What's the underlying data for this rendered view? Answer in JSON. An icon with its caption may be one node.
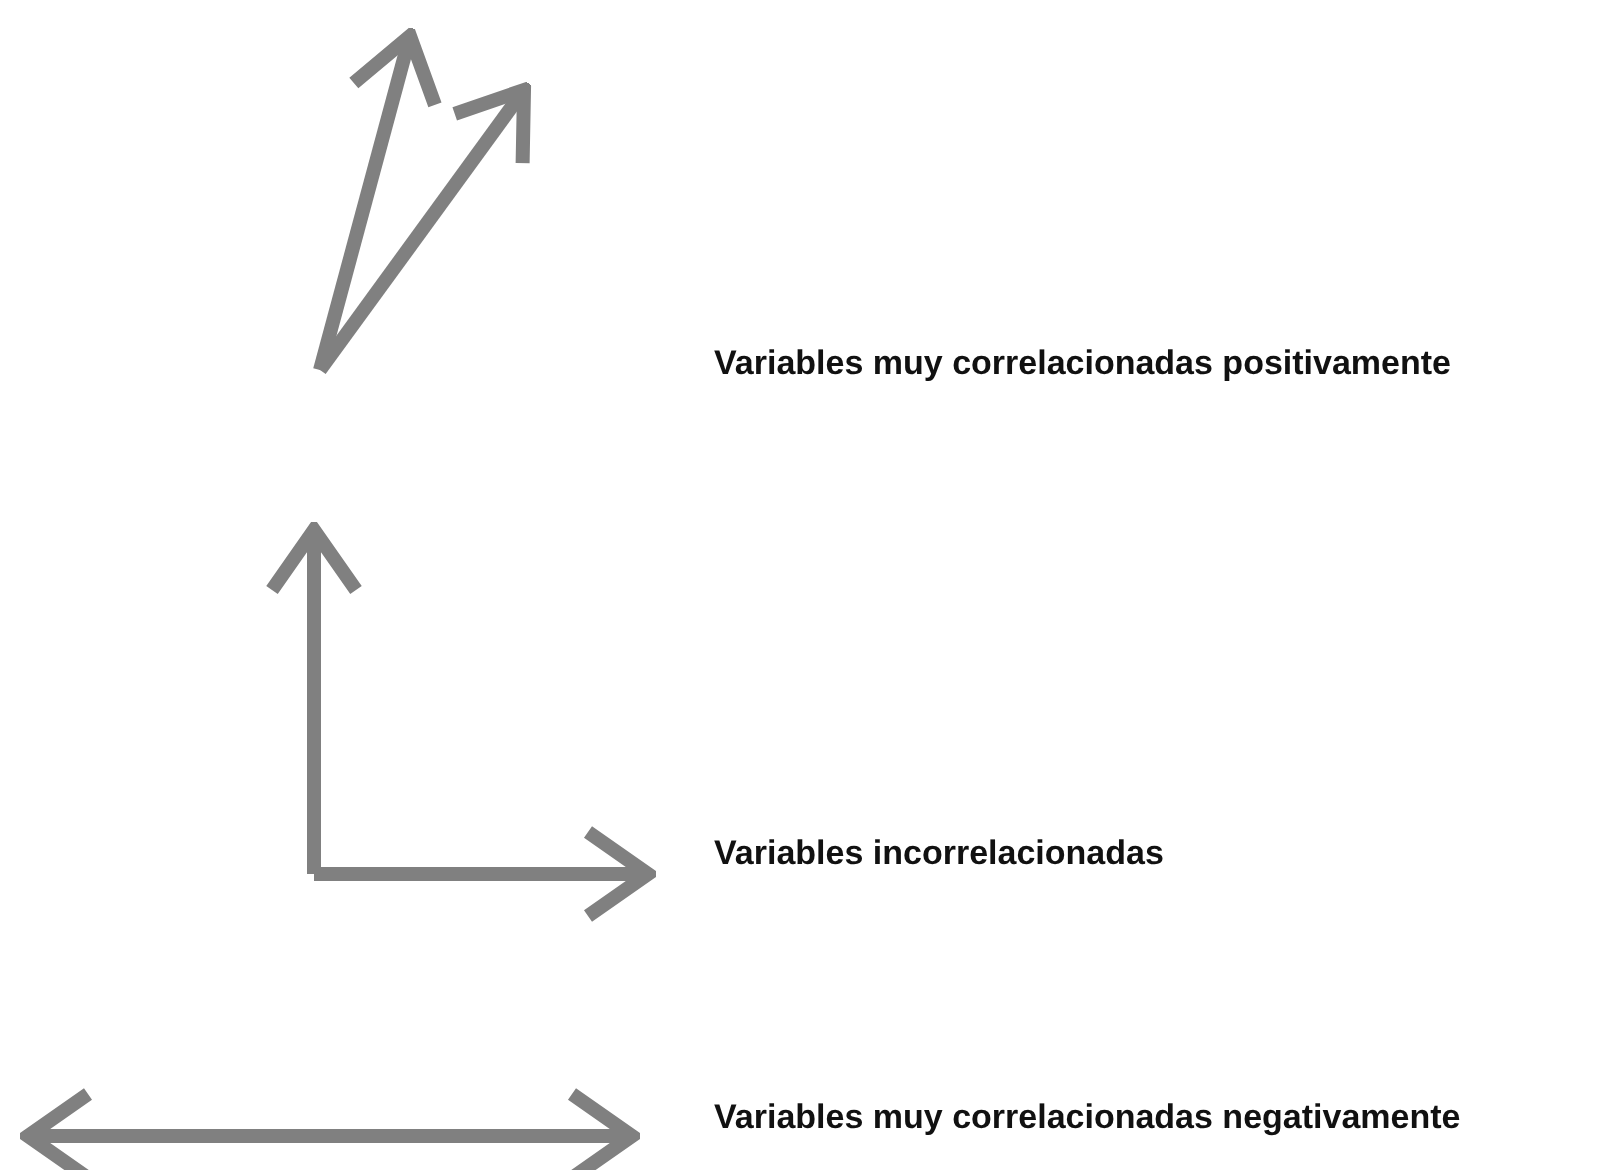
{
  "diagram": {
    "labels": [
      "Variables muy correlacionadas positivamente",
      "Variables incorrelacionadas",
      "Variables muy correlacionadas negativamente"
    ]
  }
}
